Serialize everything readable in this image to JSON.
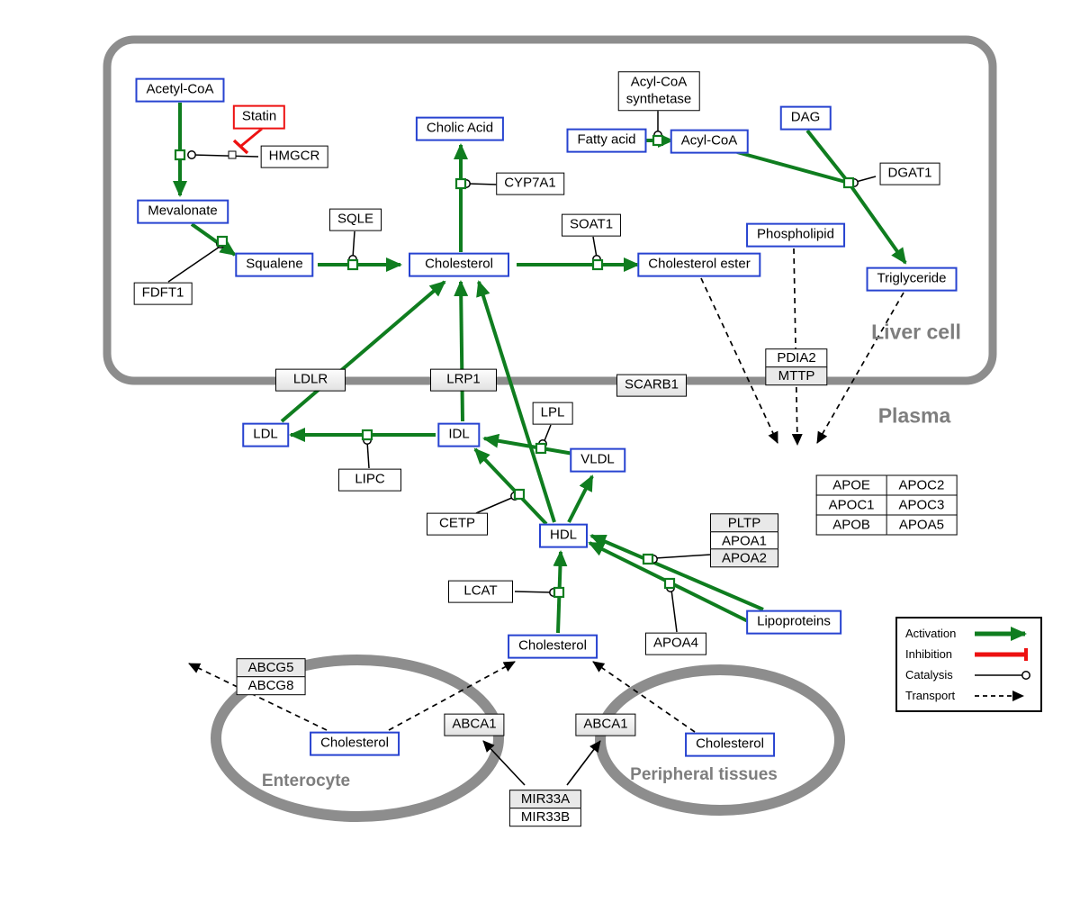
{
  "regions": {
    "liver_cell": "Liver cell",
    "plasma": "Plasma",
    "enterocyte": "Enterocyte",
    "peripheral_tissues": "Peripheral tissues"
  },
  "legend": {
    "activation": "Activation",
    "inhibition": "Inhibition",
    "catalysis": "Catalysis",
    "transport": "Transport"
  },
  "nodes": {
    "acetyl_coa": "Acetyl-CoA",
    "statin": "Statin",
    "hmgcr": "HMGCR",
    "mevalonate": "Mevalonate",
    "fdft1": "FDFT1",
    "squalene": "Squalene",
    "sqle": "SQLE",
    "cholesterol_liver": "Cholesterol",
    "cyp7a1": "CYP7A1",
    "cholic_acid": "Cholic Acid",
    "soat1": "SOAT1",
    "cholesterol_ester": "Cholesterol ester",
    "acyl_coa_synthetase": "Acyl-CoA\nsynthetase",
    "fatty_acid": "Fatty acid",
    "acyl_coa": "Acyl-CoA",
    "dag": "DAG",
    "dgat1": "DGAT1",
    "triglyceride": "Triglyceride",
    "phospholipid": "Phospholipid",
    "pdia2": "PDIA2",
    "mttp": "MTTP",
    "ldlr": "LDLR",
    "lrp1": "LRP1",
    "scarb1": "SCARB1",
    "ldl": "LDL",
    "idl": "IDL",
    "lipc": "LIPC",
    "lpl": "LPL",
    "vldl": "VLDL",
    "cetp": "CETP",
    "hdl": "HDL",
    "pltp": "PLTP",
    "apoa1": "APOA1",
    "apoa2": "APOA2",
    "lcat": "LCAT",
    "lipoproteins": "Lipoproteins",
    "apoa4": "APOA4",
    "cholesterol_plasma": "Cholesterol",
    "abcg5": "ABCG5",
    "abcg8": "ABCG8",
    "cholesterol_enterocyte": "Cholesterol",
    "abca1_enterocyte": "ABCA1",
    "abca1_peripheral": "ABCA1",
    "cholesterol_peripheral": "Cholesterol",
    "mir33a": "MIR33A",
    "mir33b": "MIR33B"
  },
  "apo_table": {
    "rows": [
      [
        "APOE",
        "APOC2"
      ],
      [
        "APOC1",
        "APOC3"
      ],
      [
        "APOB",
        "APOA5"
      ]
    ]
  },
  "colors": {
    "activation": "#0f7d1f",
    "inhibition": "#ed1111",
    "metabolite_border": "#2743d0",
    "membrane": "#8d8d8d",
    "region_label": "#7e7e7e"
  }
}
